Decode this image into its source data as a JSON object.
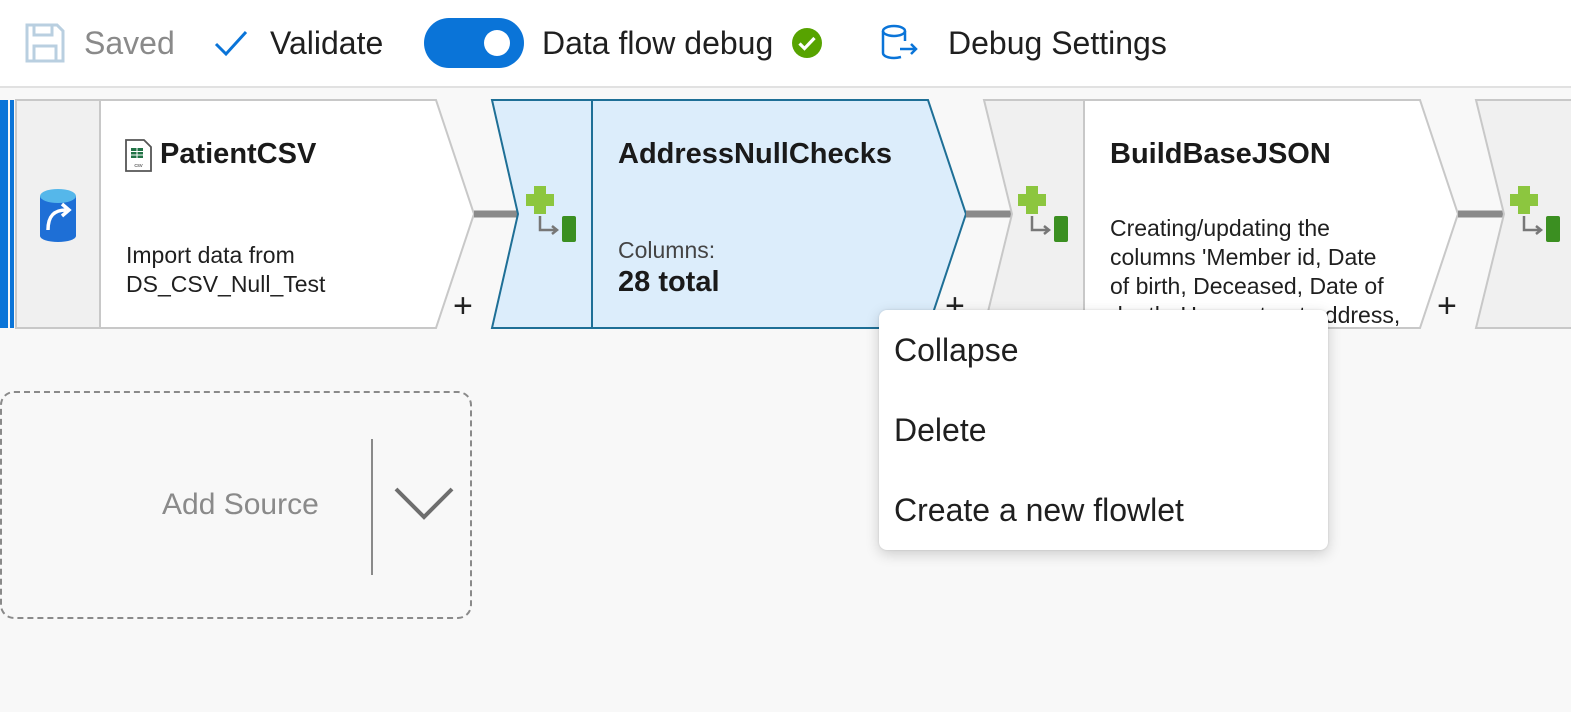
{
  "toolbar": {
    "saved_label": "Saved",
    "validate_label": "Validate",
    "debug_label": "Data flow debug",
    "debug_enabled": true,
    "debug_settings_label": "Debug Settings",
    "colors": {
      "accent": "#0a74d8",
      "success": "#57a300",
      "muted": "#8a8a8a"
    }
  },
  "nodes": [
    {
      "title": "PatientCSV",
      "description_lines": [
        "Import data from",
        "DS_CSV_Null_Test"
      ],
      "icon": "csv-file-icon"
    },
    {
      "title": "AddressNullChecks",
      "columns_label": "Columns:",
      "columns_value": "28 total",
      "selected": true
    },
    {
      "title": "BuildBaseJSON",
      "description_lines": [
        "Creating/updating the",
        "columns 'Member id, Date",
        "of birth, Deceased, Date of",
        "death, Home street address,"
      ]
    }
  ],
  "add_source": {
    "label": "Add Source"
  },
  "context_menu": {
    "items": [
      {
        "label": "Collapse"
      },
      {
        "label": "Delete"
      },
      {
        "label": "Create a new flowlet"
      }
    ]
  },
  "colors": {
    "selected_fill": "#dcedfb",
    "selected_border": "#1e6f96",
    "node_border": "#c8c8c8",
    "panel_gray": "#f0f0f0",
    "source_bar": "#0a74d8"
  }
}
